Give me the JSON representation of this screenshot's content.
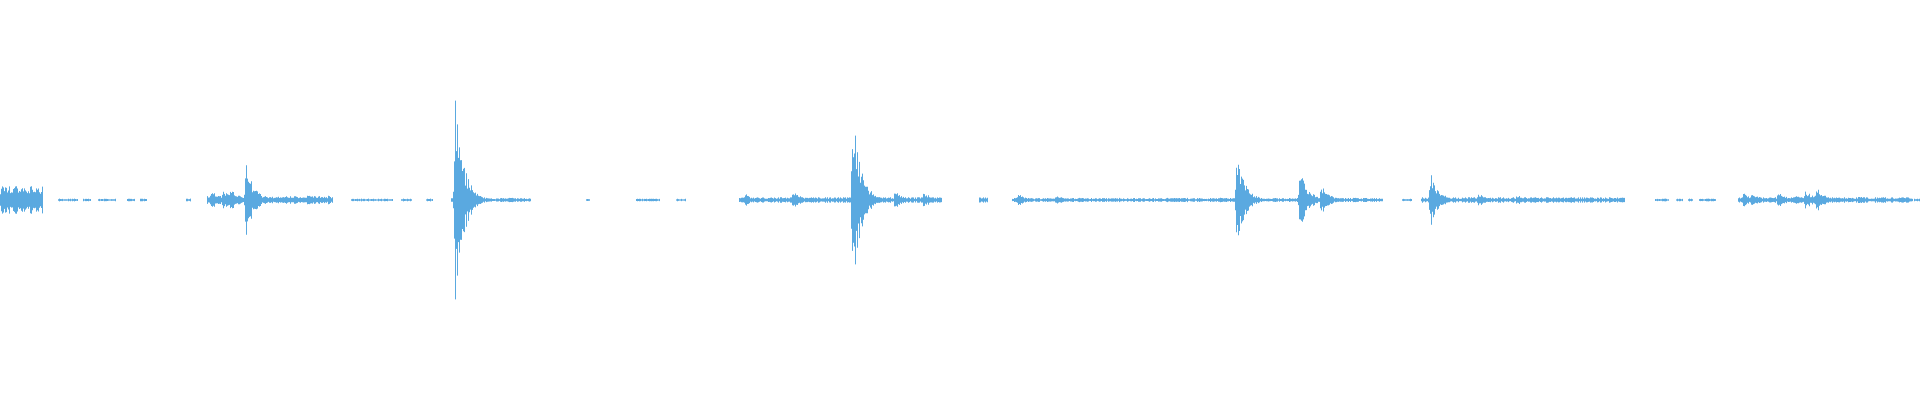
{
  "waveform": {
    "color": "#5aa9e0",
    "amplitude_scale": 1.0,
    "segments": [
      {
        "start": 0.0,
        "end": 0.022,
        "level": 0.1,
        "events": [
          {
            "at": 0.003,
            "amp": 0.16
          },
          {
            "at": 0.009,
            "amp": 0.14
          }
        ]
      },
      {
        "start": 0.03,
        "end": 0.04,
        "level": 0.01
      },
      {
        "start": 0.043,
        "end": 0.047,
        "level": 0.01
      },
      {
        "start": 0.051,
        "end": 0.06,
        "level": 0.01
      },
      {
        "start": 0.066,
        "end": 0.07,
        "level": 0.01
      },
      {
        "start": 0.073,
        "end": 0.076,
        "level": 0.01
      },
      {
        "start": 0.097,
        "end": 0.099,
        "level": 0.01
      },
      {
        "start": 0.108,
        "end": 0.173,
        "level": 0.03,
        "events": [
          {
            "at": 0.11,
            "amp": 0.09
          },
          {
            "at": 0.116,
            "amp": 0.1
          },
          {
            "at": 0.12,
            "amp": 0.11
          },
          {
            "at": 0.128,
            "amp": 0.34
          },
          {
            "at": 0.16,
            "amp": 0.05
          }
        ]
      },
      {
        "start": 0.183,
        "end": 0.204,
        "level": 0.01
      },
      {
        "start": 0.209,
        "end": 0.214,
        "level": 0.01
      },
      {
        "start": 0.222,
        "end": 0.225,
        "level": 0.01
      },
      {
        "start": 0.235,
        "end": 0.276,
        "level": 0.015,
        "events": [
          {
            "at": 0.237,
            "amp": 1.0
          }
        ]
      },
      {
        "start": 0.305,
        "end": 0.307,
        "level": 0.01
      },
      {
        "start": 0.331,
        "end": 0.343,
        "level": 0.01
      },
      {
        "start": 0.352,
        "end": 0.357,
        "level": 0.01
      },
      {
        "start": 0.385,
        "end": 0.49,
        "level": 0.02,
        "events": [
          {
            "at": 0.388,
            "amp": 0.06
          },
          {
            "at": 0.413,
            "amp": 0.1
          },
          {
            "at": 0.444,
            "amp": 0.84
          },
          {
            "at": 0.466,
            "amp": 0.09
          },
          {
            "at": 0.481,
            "amp": 0.08
          }
        ]
      },
      {
        "start": 0.51,
        "end": 0.514,
        "level": 0.02
      },
      {
        "start": 0.527,
        "end": 0.72,
        "level": 0.015,
        "events": [
          {
            "at": 0.53,
            "amp": 0.07
          },
          {
            "at": 0.55,
            "amp": 0.05
          },
          {
            "at": 0.61,
            "amp": 0.03
          },
          {
            "at": 0.635,
            "amp": 0.04
          },
          {
            "at": 0.644,
            "amp": 0.45
          },
          {
            "at": 0.677,
            "amp": 0.28
          },
          {
            "at": 0.688,
            "amp": 0.14
          }
        ]
      },
      {
        "start": 0.73,
        "end": 0.735,
        "level": 0.01
      },
      {
        "start": 0.74,
        "end": 0.846,
        "level": 0.02,
        "events": [
          {
            "at": 0.745,
            "amp": 0.26
          },
          {
            "at": 0.77,
            "amp": 0.07
          },
          {
            "at": 0.79,
            "amp": 0.05
          }
        ]
      },
      {
        "start": 0.862,
        "end": 0.869,
        "level": 0.01
      },
      {
        "start": 0.873,
        "end": 0.876,
        "level": 0.01
      },
      {
        "start": 0.879,
        "end": 0.881,
        "level": 0.01
      },
      {
        "start": 0.885,
        "end": 0.893,
        "level": 0.01
      },
      {
        "start": 0.905,
        "end": 0.996,
        "level": 0.02,
        "events": [
          {
            "at": 0.89,
            "amp": 0.05
          },
          {
            "at": 0.908,
            "amp": 0.07
          },
          {
            "at": 0.912,
            "amp": 0.08
          },
          {
            "at": 0.926,
            "amp": 0.08
          },
          {
            "at": 0.934,
            "amp": 0.06
          },
          {
            "at": 0.94,
            "amp": 0.1
          },
          {
            "at": 0.946,
            "amp": 0.12
          },
          {
            "at": 0.968,
            "amp": 0.04
          }
        ]
      },
      {
        "start": 0.997,
        "end": 1.0,
        "level": 0.01
      }
    ]
  }
}
